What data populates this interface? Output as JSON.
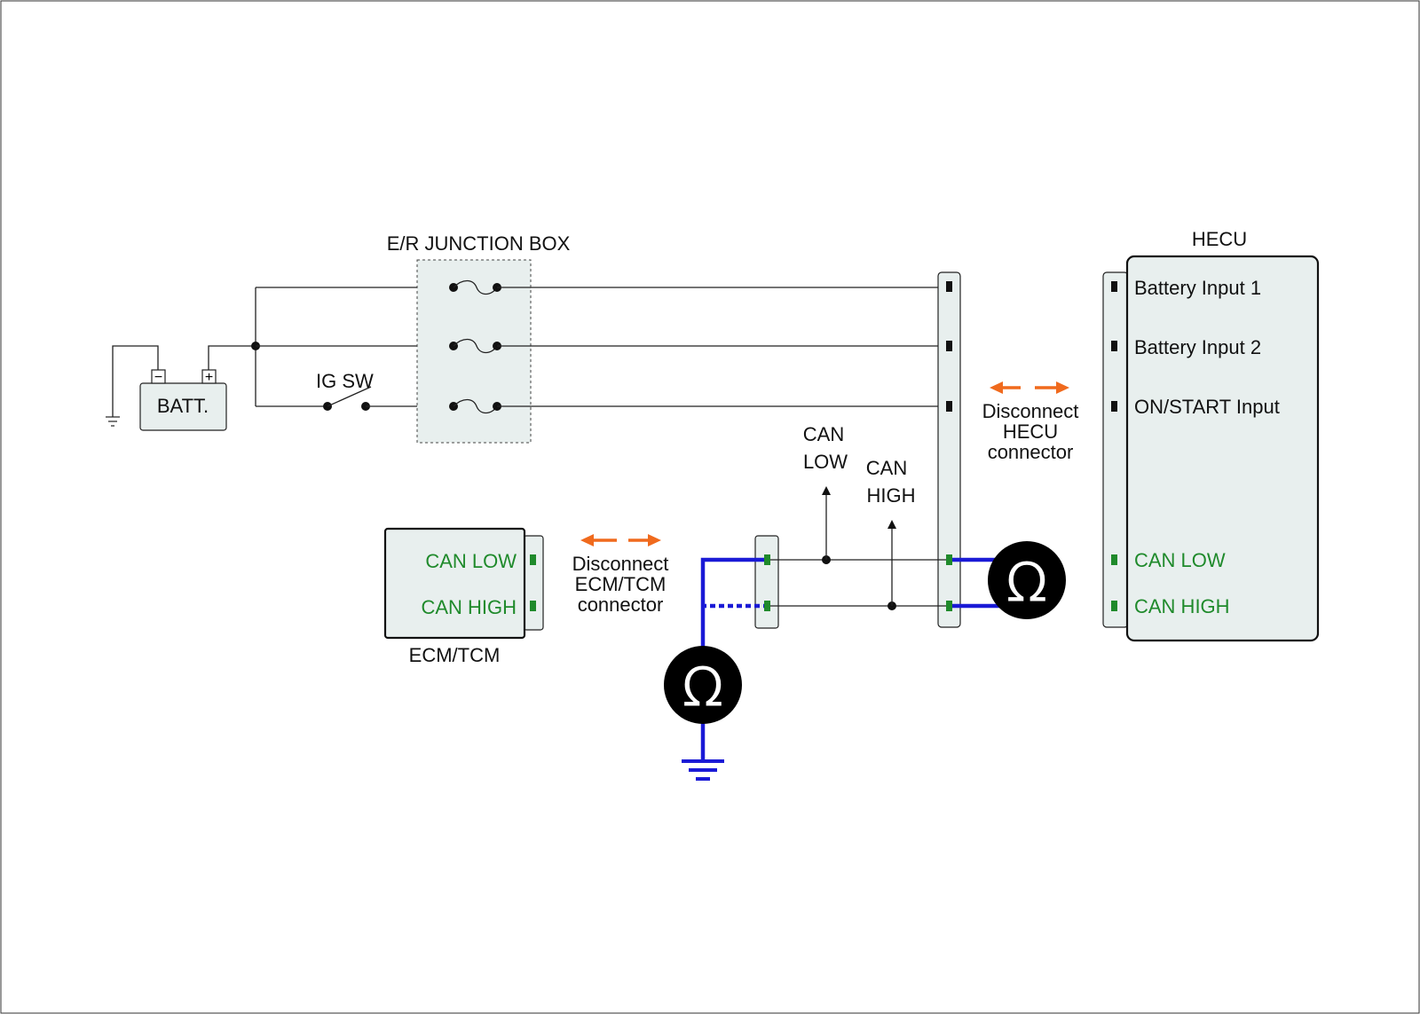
{
  "colors": {
    "wire": "#222222",
    "panel_fill": "#e8efee",
    "can_label": "#1f8a2b",
    "can_pin": "#1f8a2b",
    "probe_wire": "#1a1ad6",
    "disconnect_arrow": "#f06a1d",
    "meter_fill": "#000000"
  },
  "icons": {
    "ohmmeter": "ohm-symbol",
    "ground": "ground-symbol",
    "disconnect": "double-headed-arrow"
  },
  "junction_box": {
    "title": "E/R JUNCTION BOX"
  },
  "battery": {
    "label": "BATT.",
    "neg_symbol": "−",
    "pos_symbol": "+"
  },
  "ig_switch": {
    "label": "IG SW"
  },
  "hecu": {
    "title": "HECU",
    "pins": [
      "Battery Input 1",
      "Battery Input 2",
      "ON/START Input",
      "CAN LOW",
      "CAN HIGH"
    ]
  },
  "ecm": {
    "title": "ECM/TCM",
    "pins": [
      "CAN LOW",
      "CAN HIGH"
    ]
  },
  "can_taps": {
    "low": [
      "CAN",
      "LOW"
    ],
    "high": [
      "CAN",
      "HIGH"
    ]
  },
  "notes": {
    "hecu_disconnect": [
      "Disconnect",
      "HECU",
      "connector"
    ],
    "ecm_disconnect": [
      "Disconnect",
      "ECM/TCM",
      "connector"
    ]
  },
  "meter_symbol": "Ω"
}
